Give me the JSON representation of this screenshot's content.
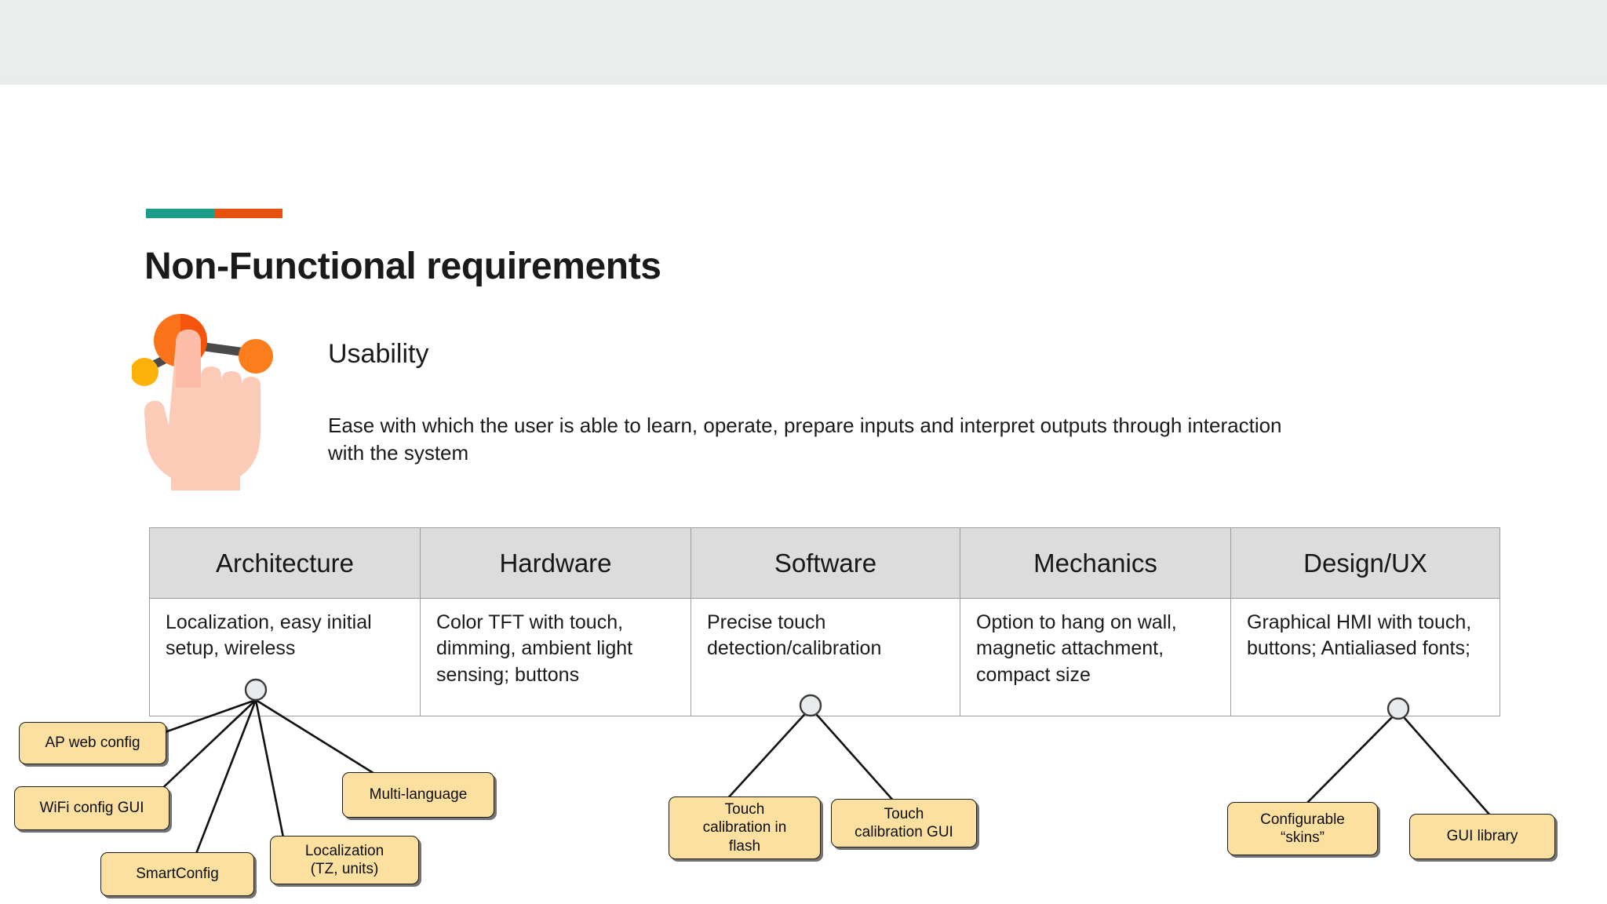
{
  "slide": {
    "title": "Non-Functional requirements",
    "accent_colors": {
      "teal": "#1b9b8a",
      "orange": "#e8500e"
    },
    "top_band_color": "#e9edec"
  },
  "quality_attribute": {
    "icon": "hand-touch-network-icon",
    "heading": "Usability",
    "description": "Ease with which the user is able to learn, operate, prepare inputs and interpret outputs through interaction with the system"
  },
  "matrix": {
    "header_background": "#dcdcdc",
    "columns": [
      {
        "key": "architecture",
        "label": "Architecture"
      },
      {
        "key": "hardware",
        "label": "Hardware"
      },
      {
        "key": "software",
        "label": "Software"
      },
      {
        "key": "mechanics",
        "label": "Mechanics"
      },
      {
        "key": "design_ux",
        "label": "Design/UX"
      }
    ],
    "rows": [
      {
        "architecture": "Localization, easy initial setup, wireless",
        "hardware": "Color TFT with touch, dimming, ambient light sensing; buttons",
        "software": "Precise touch detection/calibration",
        "mechanics": "Option to hang on wall, magnetic attachment, compact size",
        "design_ux": "Graphical HMI with touch,  buttons; Antialiased fonts;"
      }
    ]
  },
  "breakdown": {
    "box_fill": "#fbe0a0",
    "box_border": "#1d1d1d",
    "groups": [
      {
        "parent": "architecture",
        "leaves": [
          {
            "label": "AP web config"
          },
          {
            "label": "WiFi config GUI"
          },
          {
            "label": "SmartConfig"
          },
          {
            "label": "Localization\n(TZ, units)",
            "line1": "Localization",
            "line2": "(TZ, units)"
          },
          {
            "label": "Multi-language"
          }
        ]
      },
      {
        "parent": "software",
        "leaves": [
          {
            "label": "Touch calibration in flash",
            "line1": "Touch",
            "line2": "calibration in",
            "line3": "flash"
          },
          {
            "label": "Touch calibration GUI",
            "line1": "Touch",
            "line2": "calibration GUI"
          }
        ]
      },
      {
        "parent": "design_ux",
        "leaves": [
          {
            "label": "Configurable “skins”",
            "line1": "Configurable",
            "line2": "“skins”"
          },
          {
            "label": "GUI library"
          }
        ]
      }
    ]
  }
}
